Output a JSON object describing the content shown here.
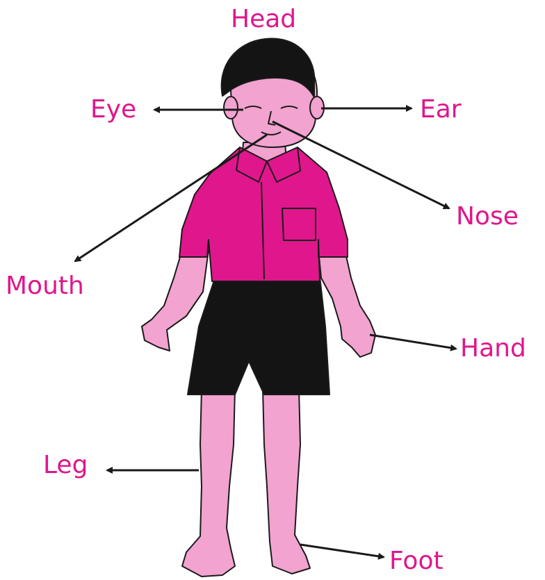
{
  "colors": {
    "label": "#e0168c",
    "shirt": "#e0168c",
    "skin": "#f2a3cf",
    "hair": "#141414",
    "shorts": "#141414",
    "outline": "#1a1a1a"
  },
  "labels": {
    "head": "Head",
    "eye": "Eye",
    "ear": "Ear",
    "nose": "Nose",
    "mouth": "Mouth",
    "hand": "Hand",
    "leg": "Leg",
    "foot": "Foot"
  }
}
